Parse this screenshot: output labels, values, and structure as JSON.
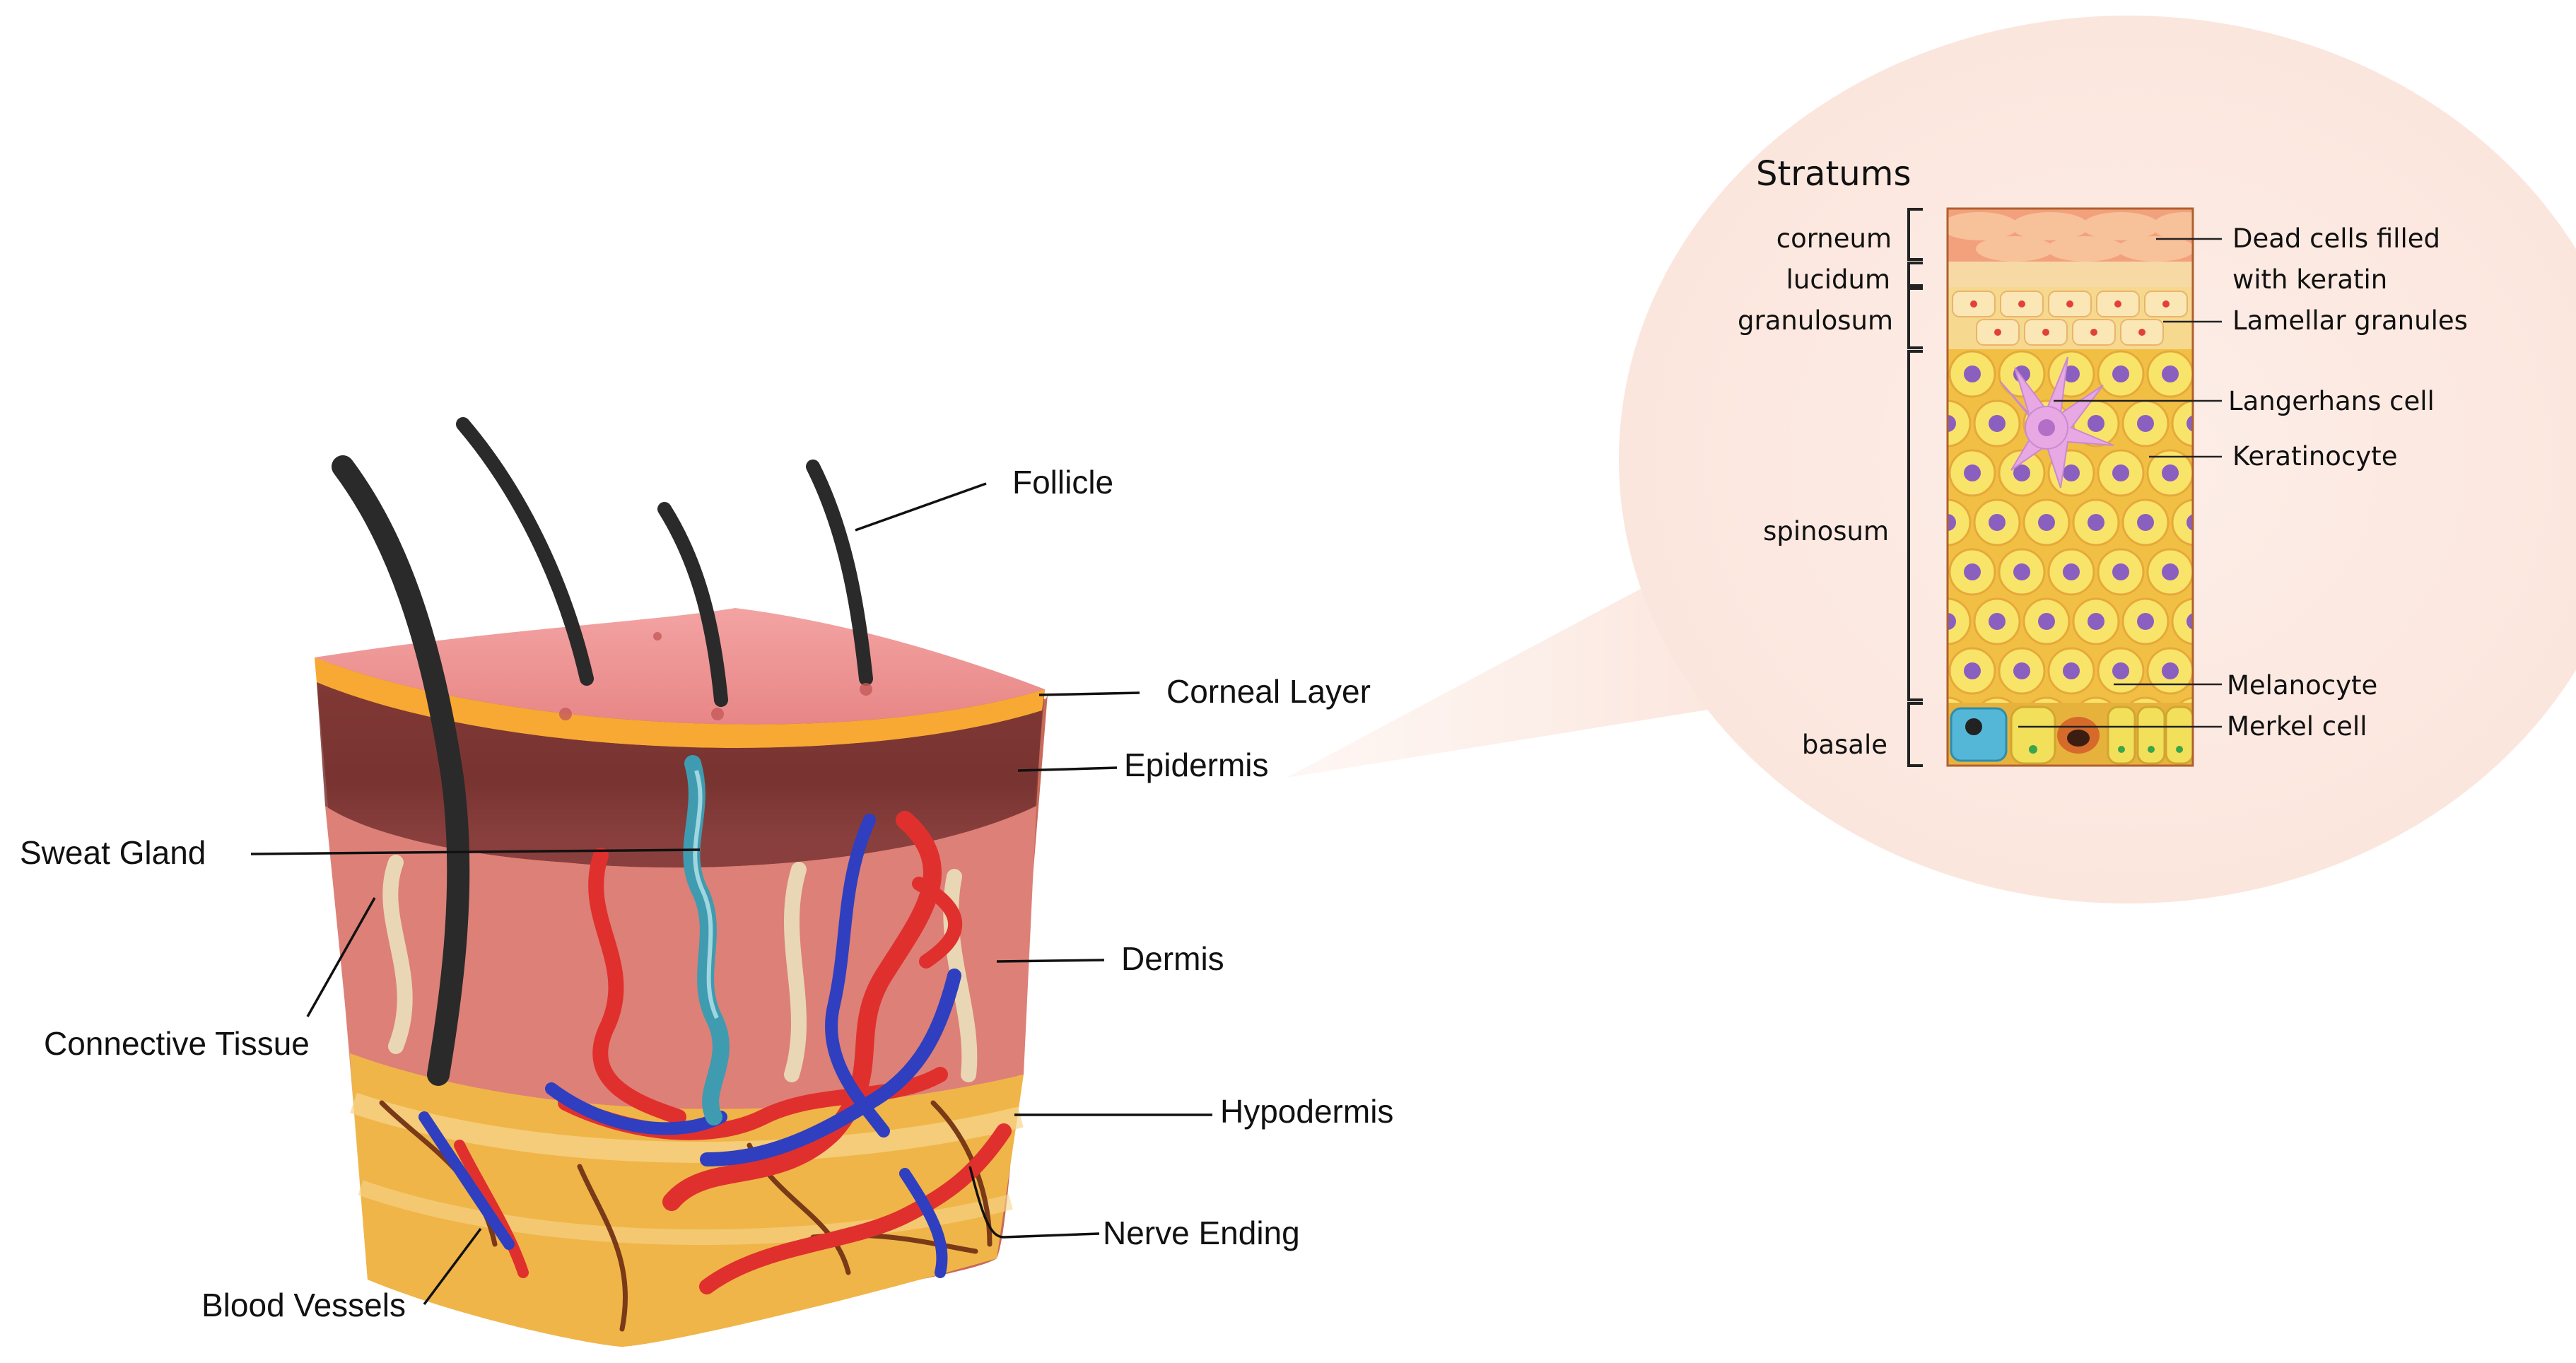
{
  "colors": {
    "epidermis_top": "#ef8f8f",
    "corneal_edge": "#f7a933",
    "dermis": "#d8786e",
    "hypodermis": "#f0b548",
    "artery": "#e0302e",
    "vein": "#2f3fbf",
    "sweat_gland": "#3f9bb0",
    "hair": "#2a2a2a",
    "zoom_bubble": "#fcebe4",
    "keratinocyte": "#f5d84a",
    "cell_nucleus": "#8a5fc0",
    "langerhans": "#e7a8e4"
  },
  "skin_labels": {
    "follicle": "Follicle",
    "corneal_layer": "Corneal Layer",
    "epidermis": "Epidermis",
    "sweat_gland": "Sweat Gland",
    "dermis": "Dermis",
    "connective_tissue": "Connective Tissue",
    "hypodermis": "Hypodermis",
    "nerve_ending": "Nerve Ending",
    "blood_vessels": "Blood Vessels"
  },
  "zoom": {
    "title": "Stratums",
    "strata": {
      "corneum": "corneum",
      "lucidum": "lucidum",
      "granulosum": "granulosum",
      "spinosum": "spinosum",
      "basale": "basale"
    },
    "cells": {
      "dead_cells_line1": "Dead cells filled",
      "dead_cells_line2": "with keratin",
      "lamellar_granules": "Lamellar granules",
      "langerhans_cell": "Langerhans cell",
      "keratinocyte": "Keratinocyte",
      "melanocyte": "Melanocyte",
      "merkel_cell": "Merkel cell"
    }
  }
}
